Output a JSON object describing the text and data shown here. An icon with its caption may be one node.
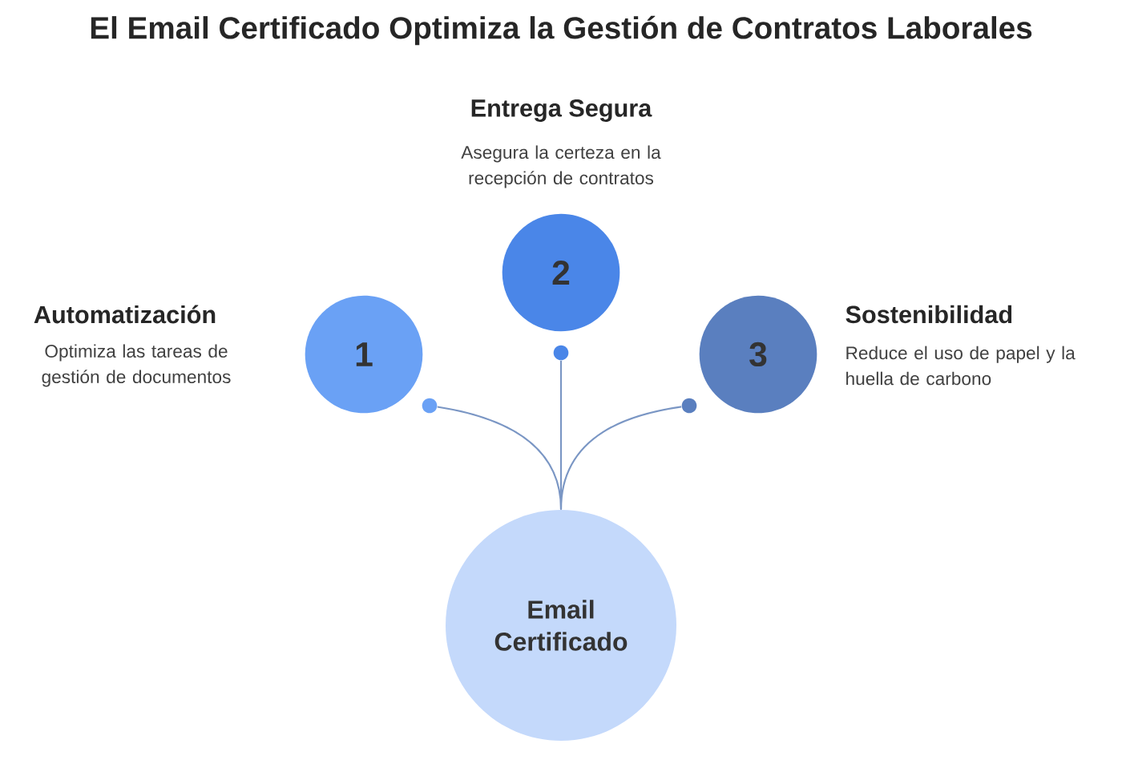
{
  "diagram": {
    "title": "El Email Certificado Optimiza la Gestión de Contratos Laborales",
    "nodes": [
      {
        "text": [
          "1"
        ],
        "beside": [
          "Automatización",
          "Optimiza las tareas de gestión de documentos"
        ]
      },
      {
        "text": [
          "2"
        ],
        "beside": [
          "Entrega Segura",
          "Asegura la certeza en la recepción de contratos"
        ]
      },
      {
        "text": [
          "3"
        ],
        "beside": [
          "Sostenibilidad",
          "Reduce el uso de papel y la huella de carbono"
        ]
      },
      {
        "text": [],
        "shape": "circle"
      },
      {
        "text": [],
        "shape": "circle"
      },
      {
        "text": [],
        "shape": "circle"
      },
      {
        "text": [
          "Email Certificado"
        ]
      }
    ],
    "edges": [
      {
        "from": 6,
        "to": 3,
        "arrow": "none"
      },
      {
        "from": 6,
        "to": 4,
        "arrow": "none"
      },
      {
        "from": 6,
        "to": 5,
        "arrow": "none"
      }
    ]
  }
}
